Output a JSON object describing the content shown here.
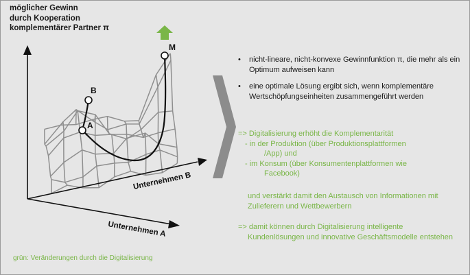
{
  "axes": {
    "y_label": "möglicher Gewinn\ndurch Kooperation\nkomplementärer Partner π",
    "x_label": "Unternehmen B",
    "z_label": "Unternehmen A"
  },
  "points": {
    "a": "A",
    "b": "B",
    "m": "M"
  },
  "colors": {
    "accent_green": "#7ab648",
    "mesh": "#8f8f8f",
    "chevron": "#8c8c8c",
    "background": "#e6e6e6"
  },
  "bullets": [
    "nicht-lineare, nicht-konvexe Gewinnfunktion π, die mehr als ein Optimum aufweisen kann",
    "eine optimale Lösung ergibt sich, wenn komplementäre Wertschöpfungseinheiten zusammengeführt werden"
  ],
  "green_text": {
    "heading": "=> Digitalisierung erhöht die Komplementarität",
    "item1_line1": "-  in der Produktion (über Produktionsplattformen",
    "item1_line2": "/App) und",
    "item2_line1": "-   im Konsum (über Konsumentenplattformen wie",
    "item2_line2": "Facebook)",
    "para2": "und verstärkt damit den Austausch von Informationen mit Zulieferern und  Wettbewerbern",
    "conclusion_line1": "=>  damit können durch Digitalisierung intelligente",
    "conclusion_line2": "Kundenlösungen und innovative Geschäftsmodelle entstehen"
  },
  "caption": "grün: Veränderungen durch die Digitalisierung"
}
